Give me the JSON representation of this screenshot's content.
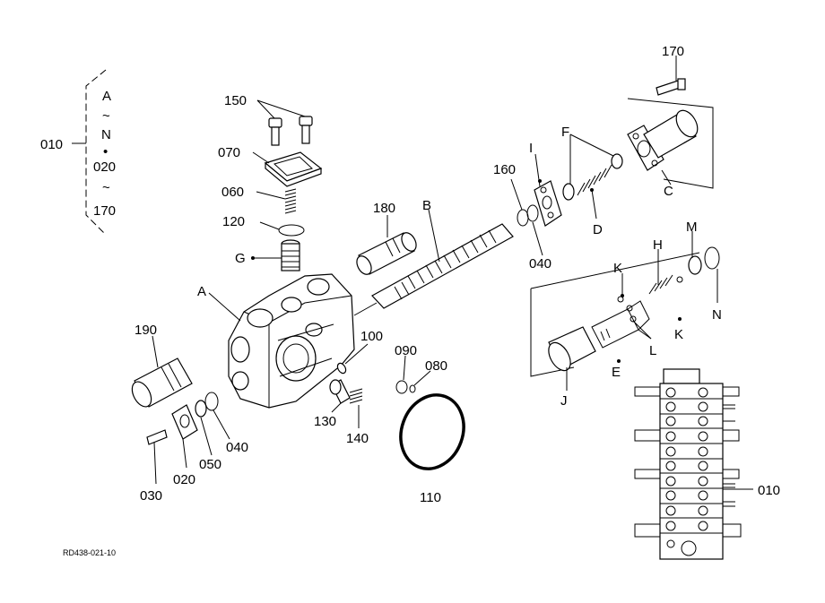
{
  "labels": {
    "l010_left": "010",
    "legend_A": "A",
    "legend_tilde1": "~",
    "legend_N": "N",
    "legend_dot": "•",
    "legend_020": "020",
    "legend_tilde2": "~",
    "legend_170": "170",
    "l150": "150",
    "l070": "070",
    "l060": "060",
    "l120": "120",
    "lG": "G",
    "lA": "A",
    "l180": "180",
    "lB": "B",
    "l160": "160",
    "lI": "I",
    "lF": "F",
    "l170": "170",
    "lC": "C",
    "lD": "D",
    "l040_top": "040",
    "lK_top": "K",
    "lH": "H",
    "lM": "M",
    "lN": "N",
    "lK_right": "K",
    "lL": "L",
    "lE": "E",
    "lJ": "J",
    "l190": "190",
    "l100": "100",
    "l090": "090",
    "l080": "080",
    "l130": "130",
    "l140": "140",
    "l110": "110",
    "l040_bottom": "040",
    "l050": "050",
    "l020": "020",
    "l030": "030",
    "l010_right": "010"
  },
  "reference": "RD438-021-10"
}
